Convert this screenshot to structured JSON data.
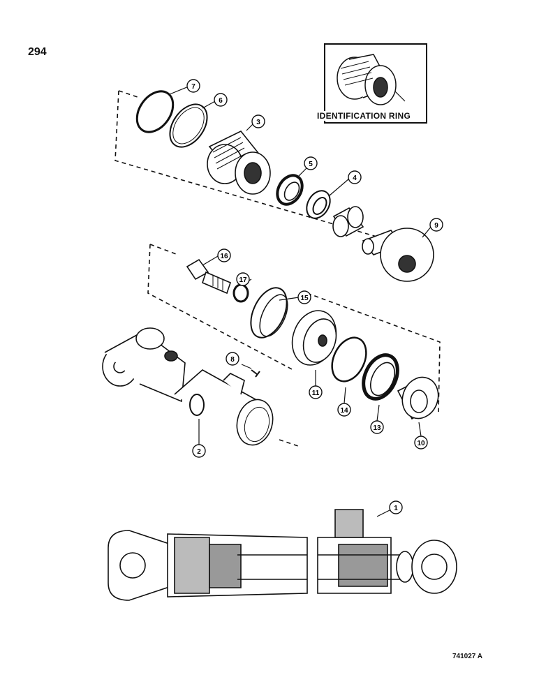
{
  "page_number": "294",
  "document_code": "741027 A",
  "inset_label": "IDENTIFICATION RING",
  "callouts": [
    "1",
    "2",
    "3",
    "4",
    "5",
    "6",
    "7",
    "8",
    "9",
    "10",
    "11",
    "13",
    "14",
    "15",
    "16",
    "17"
  ]
}
